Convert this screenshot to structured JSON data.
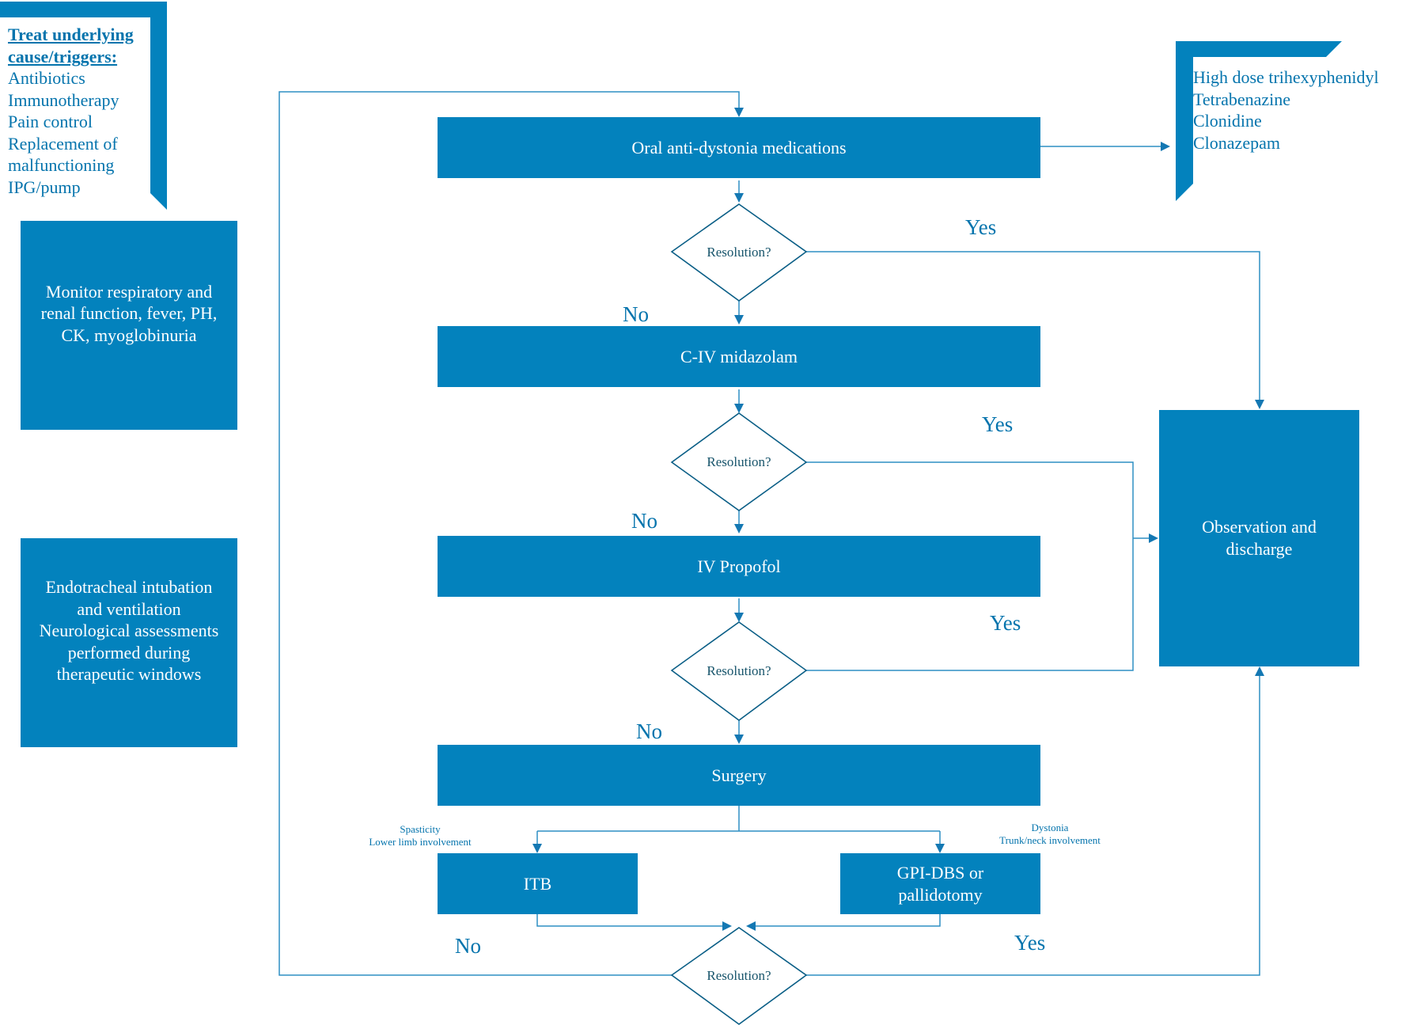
{
  "callout_left": {
    "header_lines": [
      "Treat underlying",
      "cause/triggers:"
    ],
    "items": [
      "Antibiotics",
      "Immunotherapy",
      "Pain control",
      "Replacement of",
      "malfunctioning",
      "IPG/pump"
    ]
  },
  "callout_right": {
    "items": [
      "High dose trihexyphenidyl",
      "Tetrabenazine",
      "Clonidine",
      "Clonazepam"
    ]
  },
  "side_boxes": {
    "monitor": "Monitor respiratory and\nrenal function, fever, PH,\nCK, myoglobinuria",
    "intubation": "Endotracheal intubation\nand ventilation\nNeurological assessments\nperformed during\ntherapeutic windows"
  },
  "steps": {
    "oral": "Oral anti-dystonia medications",
    "midazolam": "C-IV midazolam",
    "propofol": "IV Propofol",
    "surgery": "Surgery",
    "itb": "ITB",
    "dbs": "GPI-DBS or\npallidotomy",
    "observation": "Observation and\ndischarge"
  },
  "decisions": {
    "label": "Resolution?",
    "d1": "Resolution?",
    "d2": "Resolution?",
    "d3": "Resolution?",
    "d4": "Resolution?"
  },
  "branch_labels": {
    "yes1": "Yes",
    "no1": "No",
    "yes2": "Yes",
    "no2": "No",
    "yes3": "Yes",
    "no3": "No",
    "yes4": "Yes",
    "no4": "No"
  },
  "surgery_notes": {
    "itb": "Spasticity\nLower limb involvement",
    "dbs": "Dystonia\nTrunk/neck involvement"
  },
  "colors": {
    "box_fill": "#0382bd",
    "line": "#2e8fc4",
    "text_accent": "#0574ad",
    "diamond_stroke": "#0a5e86"
  }
}
